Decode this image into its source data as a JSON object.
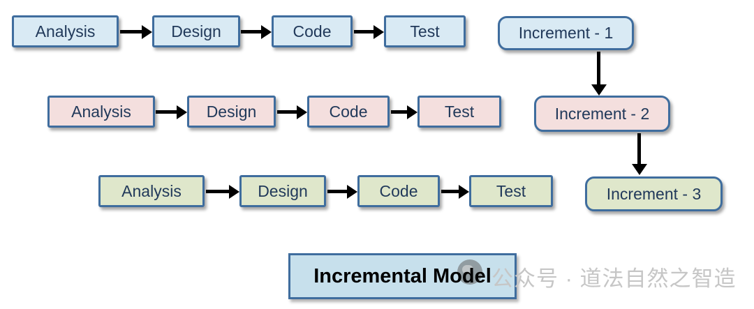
{
  "diagram": {
    "title": "Incremental Model",
    "stages": [
      "Analysis",
      "Design",
      "Code",
      "Test"
    ],
    "increments": [
      "Increment - 1",
      "Increment - 2",
      "Increment - 3"
    ]
  },
  "colors": {
    "row1_fill": "#d9eaf4",
    "row2_fill": "#f4dfde",
    "row3_fill": "#dfe7cb",
    "box_border": "#3f6d9e",
    "box_text": "#21395a",
    "title_fill": "#c7e0ec",
    "title_border": "#3f6d9e",
    "title_text": "#000000",
    "arrow": "#000000",
    "watermark_text_color": "#c6c6c6"
  },
  "watermark": {
    "text": "公众号 · 道法自然之智造",
    "logo_icon": "chat-bubble"
  }
}
